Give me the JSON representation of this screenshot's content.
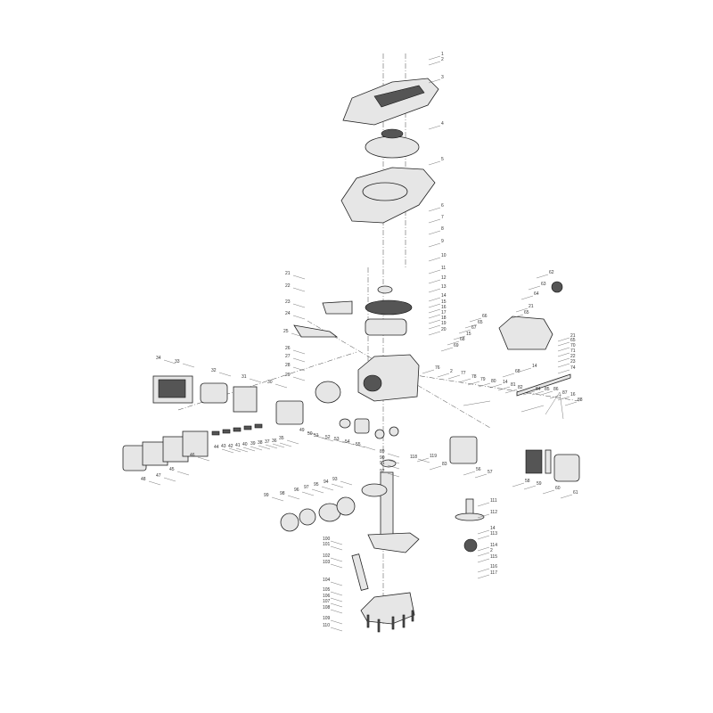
{
  "diagram": {
    "type": "exploded-parts-diagram",
    "line_color": "#222222",
    "callouts": [
      "1",
      "2",
      "3",
      "4",
      "5",
      "6",
      "7",
      "8",
      "9",
      "10",
      "11",
      "12",
      "13",
      "14",
      "15",
      "16",
      "17",
      "18",
      "19",
      "20",
      "21",
      "22",
      "23",
      "24",
      "25",
      "26",
      "27",
      "28",
      "29",
      "30",
      "31",
      "32",
      "33",
      "34",
      "35",
      "36",
      "37",
      "38",
      "39",
      "40",
      "41",
      "42",
      "43",
      "44",
      "45",
      "46",
      "47",
      "48",
      "49",
      "50",
      "51",
      "52",
      "53",
      "54",
      "55",
      "62",
      "63",
      "64",
      "21",
      "65",
      "66",
      "65",
      "67",
      "15",
      "68",
      "69",
      "21",
      "65",
      "70",
      "71",
      "22",
      "23",
      "74",
      "14",
      "68",
      "76",
      "2",
      "77",
      "78",
      "79",
      "80",
      "14",
      "81",
      "82",
      "84",
      "85",
      "86",
      "87",
      "16",
      "88",
      "118",
      "119",
      "83",
      "56",
      "57",
      "58",
      "59",
      "60",
      "61",
      "89",
      "90",
      "91",
      "92",
      "99",
      "98",
      "96",
      "97",
      "95",
      "94",
      "93",
      "100",
      "101",
      "102",
      "103",
      "104",
      "105",
      "106",
      "107",
      "108",
      "109",
      "110",
      "111",
      "112",
      "14",
      "113",
      "114",
      "2",
      "115",
      "116",
      "117"
    ]
  }
}
